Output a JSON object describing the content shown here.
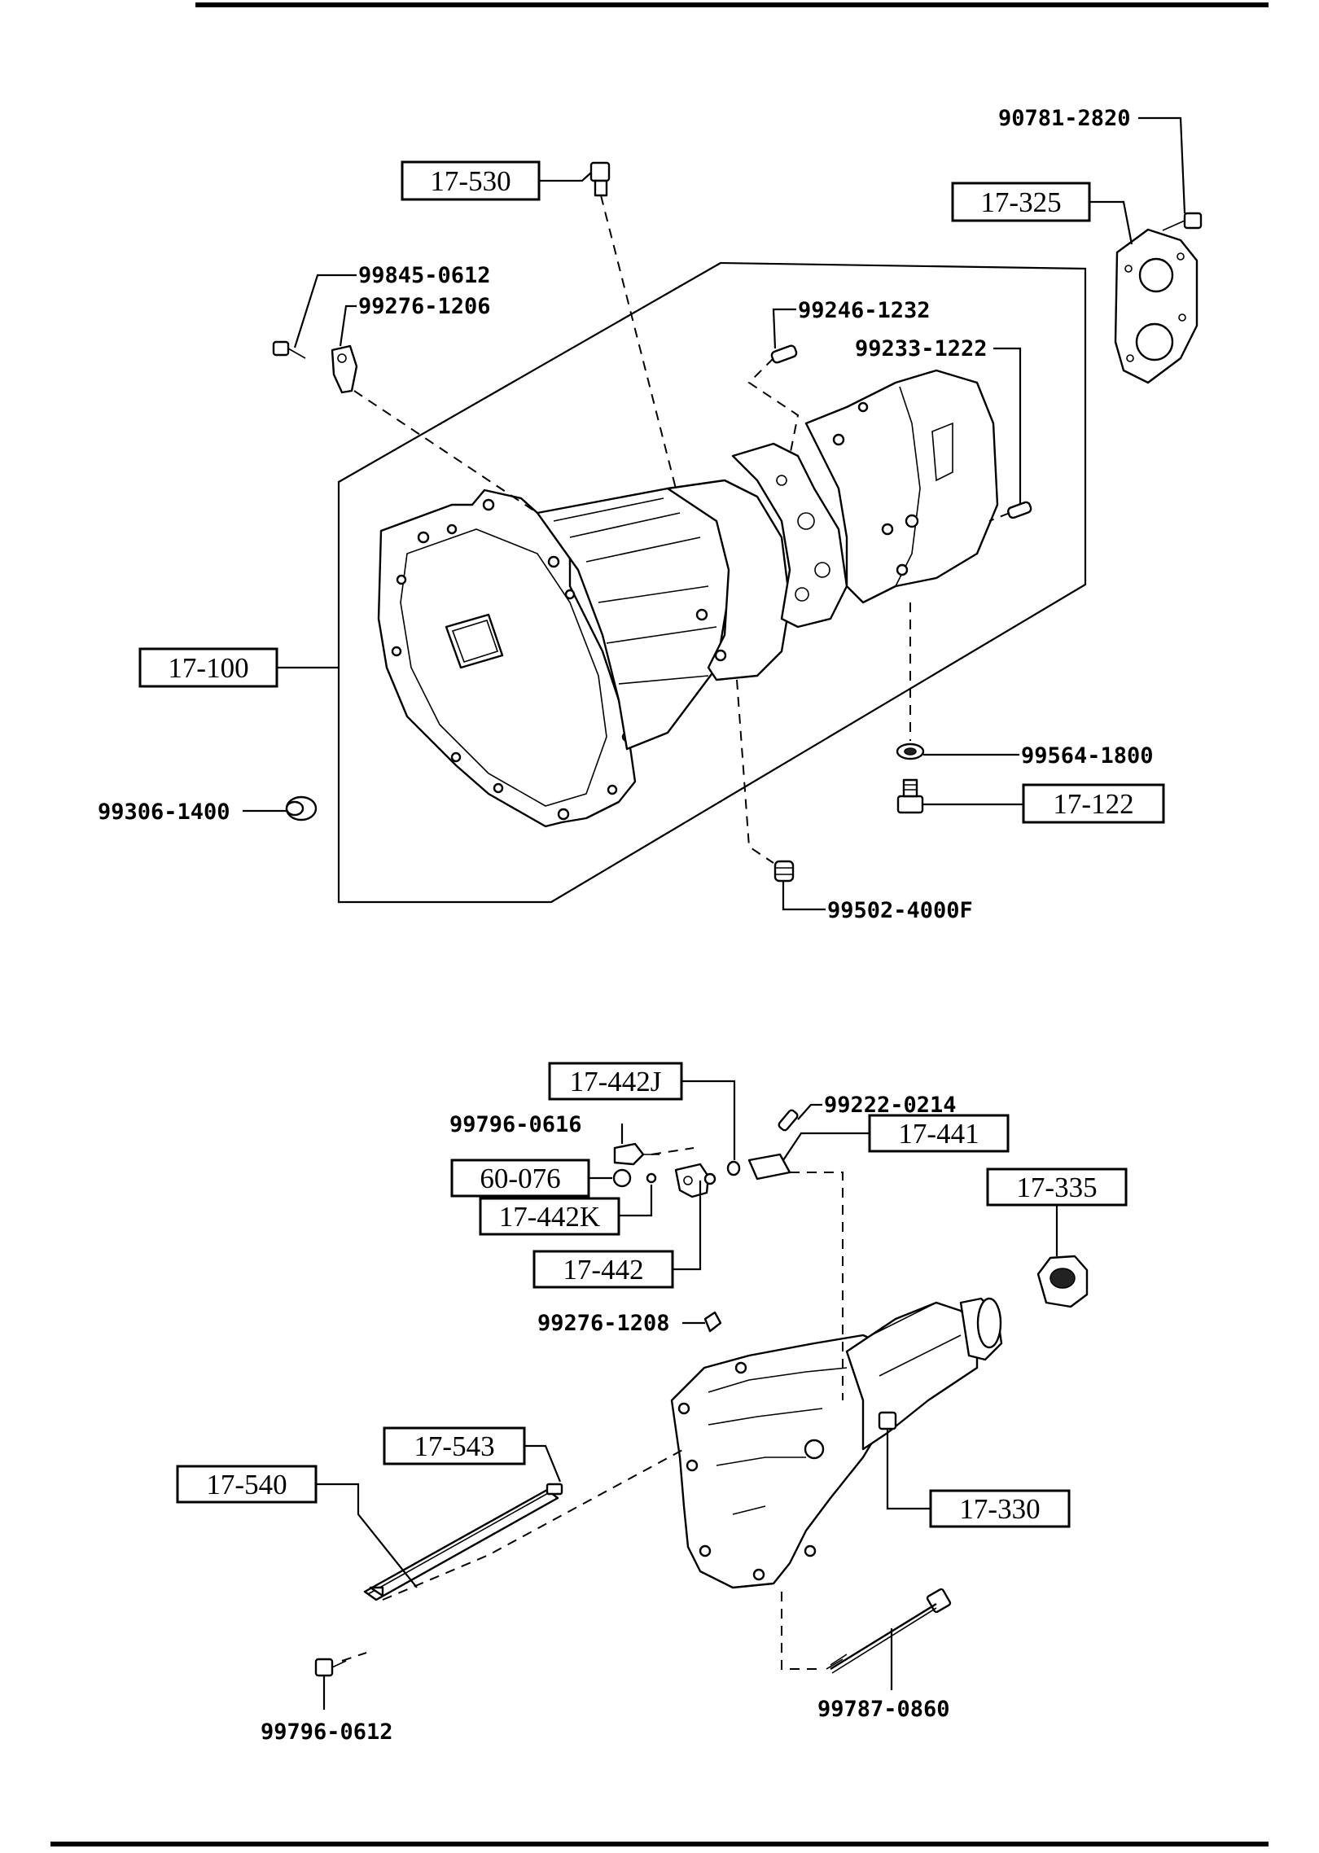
{
  "callouts": {
    "r17_530": "17-530",
    "r17_325": "17-325",
    "r17_100": "17-100",
    "r17_122": "17-122",
    "r17_442j": "17-442J",
    "r17_441": "17-441",
    "r60_076": "60-076",
    "r17_442k": "17-442K",
    "r17_442": "17-442",
    "r17_335": "17-335",
    "r17_543": "17-543",
    "r17_540": "17-540",
    "r17_330": "17-330"
  },
  "parts": {
    "p90781_2820": "90781-2820",
    "p99845_0612": "99845-0612",
    "p99276_1206": "99276-1206",
    "p99246_1232": "99246-1232",
    "p99233_1222": "99233-1222",
    "p99564_1800": "99564-1800",
    "p99306_1400": "99306-1400",
    "p99502_4000f": "99502-4000F",
    "p99222_0214": "99222-0214",
    "p99796_0616": "99796-0616",
    "p99276_1208": "99276-1208",
    "p99787_0860": "99787-0860",
    "p99796_0612": "99796-0612"
  }
}
